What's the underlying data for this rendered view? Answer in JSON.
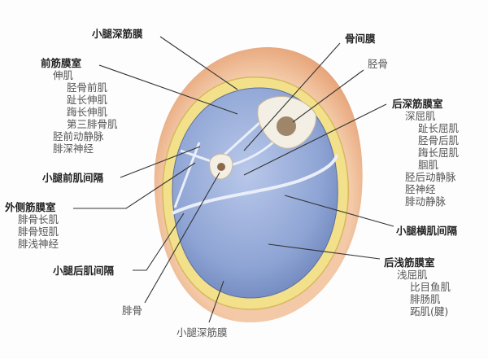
{
  "colors": {
    "skin": "#e8a57a",
    "fat": "#f2e08a",
    "muscle": "#8ea4d4",
    "bone": "#f4efe4",
    "text": "#333333"
  },
  "labels": {
    "deep_fascia_top": "小腿深筋膜",
    "interosseous_membrane": "骨间膜",
    "tibia": "胫骨",
    "anterior": {
      "title": "前筋膜室",
      "items": [
        "伸肌",
        "胫骨前肌",
        "趾长伸肌",
        "踇长伸肌",
        "第三腓骨肌",
        "胫前动静脉",
        "腓深神经"
      ]
    },
    "anterior_septum": "小腿前肌间隔",
    "lateral": {
      "title": "外侧筋膜室",
      "items": [
        "腓骨长肌",
        "腓骨短肌",
        "腓浅神经"
      ]
    },
    "posterior_septum": "小腿后肌间隔",
    "fibula": "腓骨",
    "deep_fascia_bottom": "小腿深筋膜",
    "deep_posterior": {
      "title": "后深筋膜室",
      "items": [
        "深屈肌",
        "趾长屈肌",
        "胫骨后肌",
        "踇长屈肌",
        "腘肌",
        "胫后动静脉",
        "胫神经",
        "腓动静脉"
      ]
    },
    "transverse_septum": "小腿横肌间隔",
    "superficial_posterior": {
      "title": "后浅筋膜室",
      "items": [
        "浅屈肌",
        "比目鱼肌",
        "腓肠肌",
        "跖肌(腱)"
      ]
    }
  }
}
